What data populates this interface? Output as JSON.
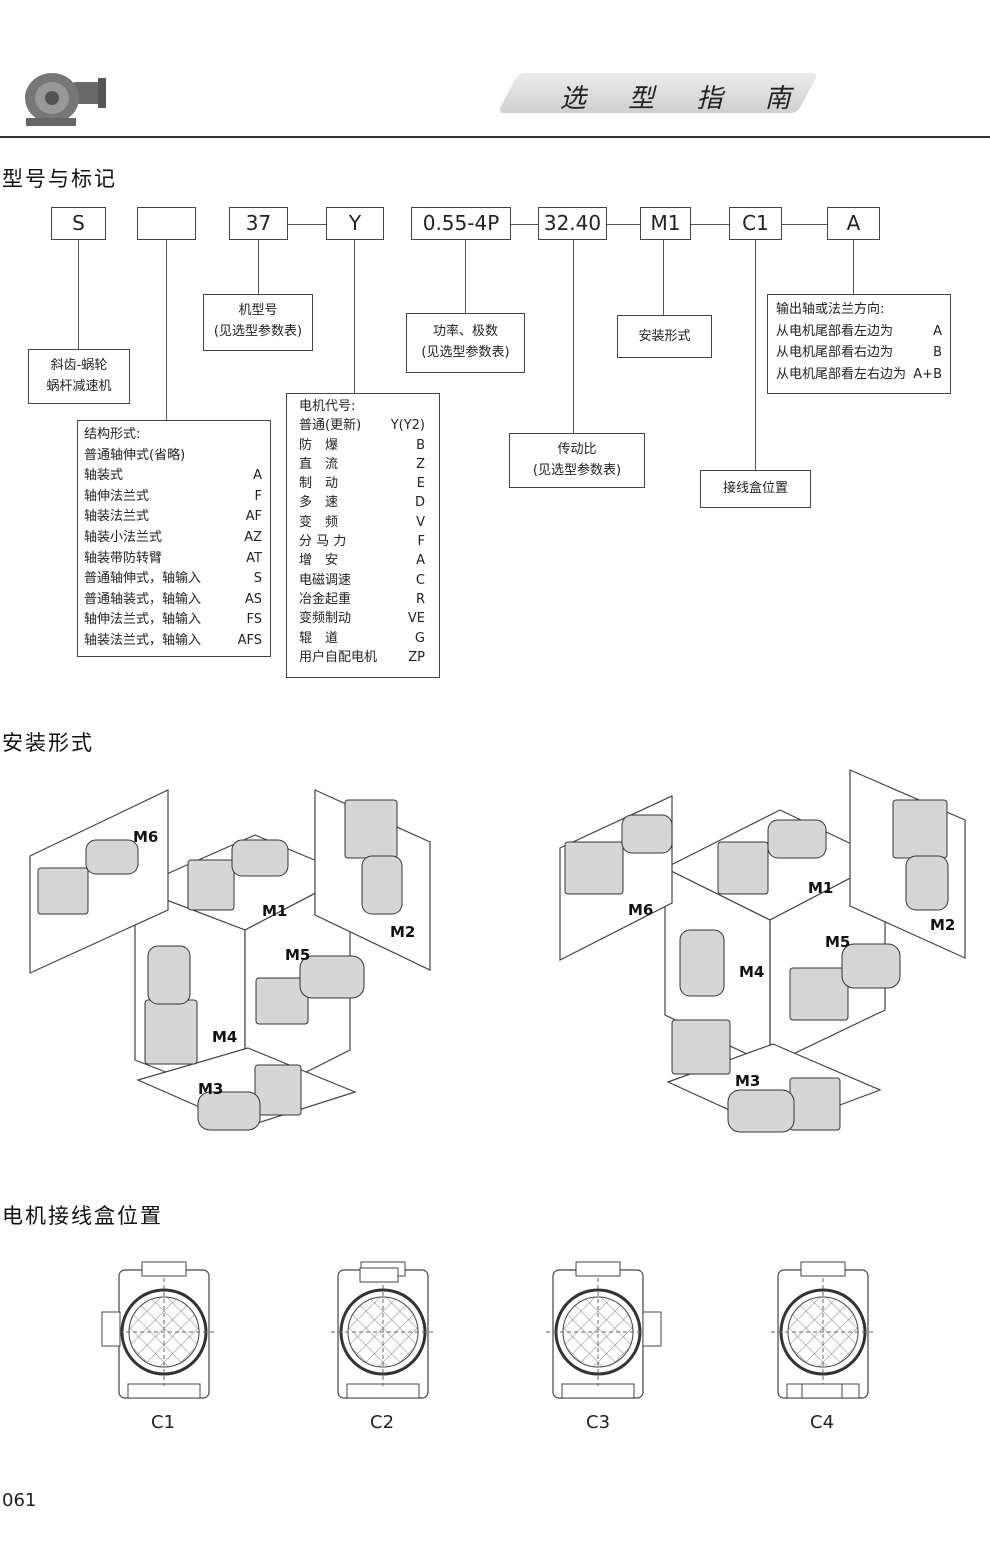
{
  "header": {
    "title": "选 型 指 南"
  },
  "sections": {
    "model_marking": "型号与标记",
    "mounting": "安装形式",
    "terminal_box": "电机接线盒位置"
  },
  "code_boxes": [
    "S",
    "",
    "37",
    "Y",
    "0.55-4P",
    "32.40",
    "M1",
    "C1",
    "A"
  ],
  "notes": {
    "s_type": [
      "斜齿-蜗轮",
      "蜗杆减速机"
    ],
    "frame": [
      "机型号",
      "(见选型参数表)"
    ],
    "power": [
      "功率、极数",
      "(见选型参数表)"
    ],
    "mount": [
      "安装形式"
    ],
    "ratio": [
      "传动比",
      "(见选型参数表)"
    ],
    "box_pos": [
      "接线盒位置"
    ]
  },
  "structure": {
    "title": "结构形式:",
    "rows": [
      {
        "k": "普通轴伸式(省略)",
        "v": ""
      },
      {
        "k": "轴装式",
        "v": "A"
      },
      {
        "k": "轴伸法兰式",
        "v": "F"
      },
      {
        "k": "轴装法兰式",
        "v": "AF"
      },
      {
        "k": "轴装小法兰式",
        "v": "AZ"
      },
      {
        "k": "轴装带防转臂",
        "v": "AT"
      },
      {
        "k": "普通轴伸式，轴输入",
        "v": "S"
      },
      {
        "k": "普通轴装式，轴输入",
        "v": "AS"
      },
      {
        "k": "轴伸法兰式，轴输入",
        "v": "FS"
      },
      {
        "k": "轴装法兰式，轴输入",
        "v": "AFS"
      }
    ]
  },
  "motor": {
    "title": "电机代号:",
    "rows": [
      {
        "k": "普通(更新)",
        "v": "Y(Y2)"
      },
      {
        "k": "防　爆",
        "v": "B"
      },
      {
        "k": "直　流",
        "v": "Z"
      },
      {
        "k": "制　动",
        "v": "E"
      },
      {
        "k": "多　速",
        "v": "D"
      },
      {
        "k": "变　频",
        "v": "V"
      },
      {
        "k": "分 马 力",
        "v": "F"
      },
      {
        "k": "增　安",
        "v": "A"
      },
      {
        "k": "电磁调速",
        "v": "C"
      },
      {
        "k": "冶金起重",
        "v": "R"
      },
      {
        "k": "变频制动",
        "v": "VE"
      },
      {
        "k": "辊　道",
        "v": "G"
      },
      {
        "k": "用户自配电机",
        "v": "ZP"
      }
    ]
  },
  "direction": {
    "title": "输出轴或法兰方向:",
    "rows": [
      {
        "k": "从电机尾部看左边为",
        "v": "A"
      },
      {
        "k": "从电机尾部看右边为",
        "v": "B"
      },
      {
        "k": "从电机尾部看左右边为",
        "v": "A+B"
      }
    ]
  },
  "mount_labels_left": [
    "M1",
    "M2",
    "M3",
    "M4",
    "M5",
    "M6"
  ],
  "mount_labels_right": [
    "M1",
    "M2",
    "M3",
    "M4",
    "M5",
    "M6"
  ],
  "box_positions": [
    "C1",
    "C2",
    "C3",
    "C4"
  ],
  "page_number": "061"
}
